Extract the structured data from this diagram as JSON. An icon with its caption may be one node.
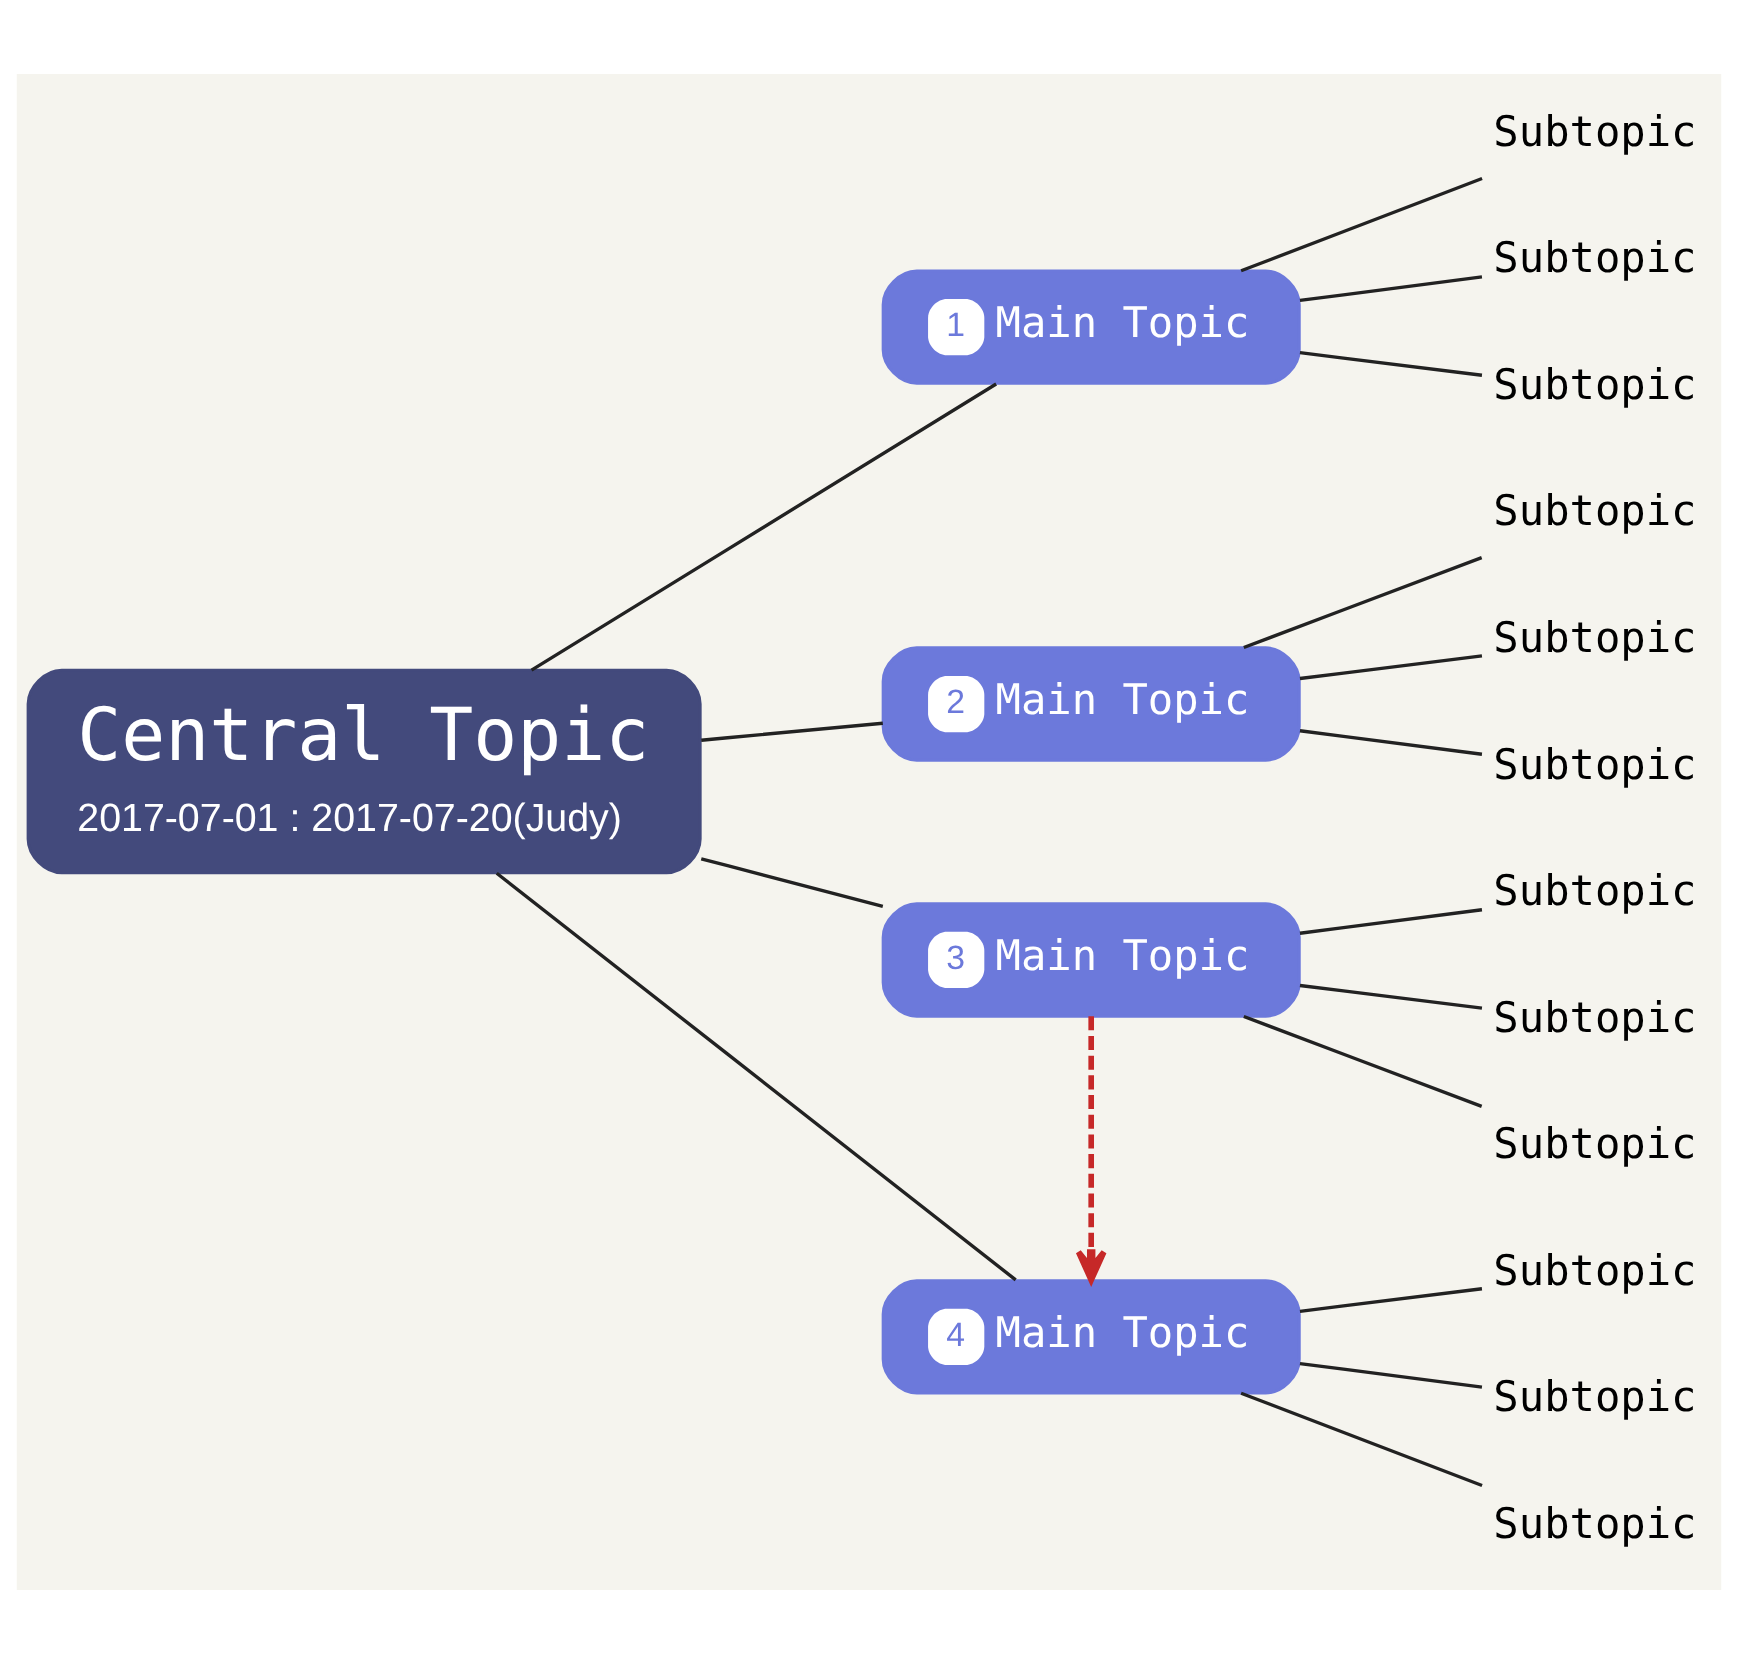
{
  "diagram": {
    "nodes": [
      {
        "text": [
          "Central Topic",
          "2017-07-01 : 2017-07-20(Judy)"
        ]
      },
      {
        "text": [
          "1",
          "Main Topic"
        ]
      },
      {
        "text": [
          "Subtopic"
        ]
      },
      {
        "text": [
          "Subtopic"
        ]
      },
      {
        "text": [
          "Subtopic"
        ]
      },
      {
        "text": [
          "2",
          "Main Topic"
        ]
      },
      {
        "text": [
          "Subtopic"
        ]
      },
      {
        "text": [
          "Subtopic"
        ]
      },
      {
        "text": [
          "Subtopic"
        ]
      },
      {
        "text": [
          "3",
          "Main Topic"
        ]
      },
      {
        "text": [
          "Subtopic"
        ]
      },
      {
        "text": [
          "Subtopic"
        ]
      },
      {
        "text": [
          "Subtopic"
        ]
      },
      {
        "text": [
          "4",
          "Main Topic"
        ]
      },
      {
        "text": [
          "Subtopic"
        ]
      },
      {
        "text": [
          "Subtopic"
        ]
      },
      {
        "text": [
          "Subtopic"
        ]
      }
    ],
    "edges": [
      {
        "from": 0,
        "to": 1,
        "arrow": "none"
      },
      {
        "from": 0,
        "to": 5,
        "arrow": "none"
      },
      {
        "from": 0,
        "to": 9,
        "arrow": "none"
      },
      {
        "from": 0,
        "to": 13,
        "arrow": "none"
      },
      {
        "from": 1,
        "to": 2,
        "arrow": "none"
      },
      {
        "from": 1,
        "to": 3,
        "arrow": "none"
      },
      {
        "from": 1,
        "to": 4,
        "arrow": "none"
      },
      {
        "from": 5,
        "to": 6,
        "arrow": "none"
      },
      {
        "from": 5,
        "to": 7,
        "arrow": "none"
      },
      {
        "from": 5,
        "to": 8,
        "arrow": "none"
      },
      {
        "from": 9,
        "to": 10,
        "arrow": "none"
      },
      {
        "from": 9,
        "to": 11,
        "arrow": "none"
      },
      {
        "from": 9,
        "to": 12,
        "arrow": "none"
      },
      {
        "from": 13,
        "to": 14,
        "arrow": "none"
      },
      {
        "from": 13,
        "to": 15,
        "arrow": "none"
      },
      {
        "from": 13,
        "to": 16,
        "arrow": "none"
      },
      {
        "from": 9,
        "to": 13,
        "arrow": "to",
        "style": "dashed",
        "color": "#c62828"
      }
    ]
  }
}
